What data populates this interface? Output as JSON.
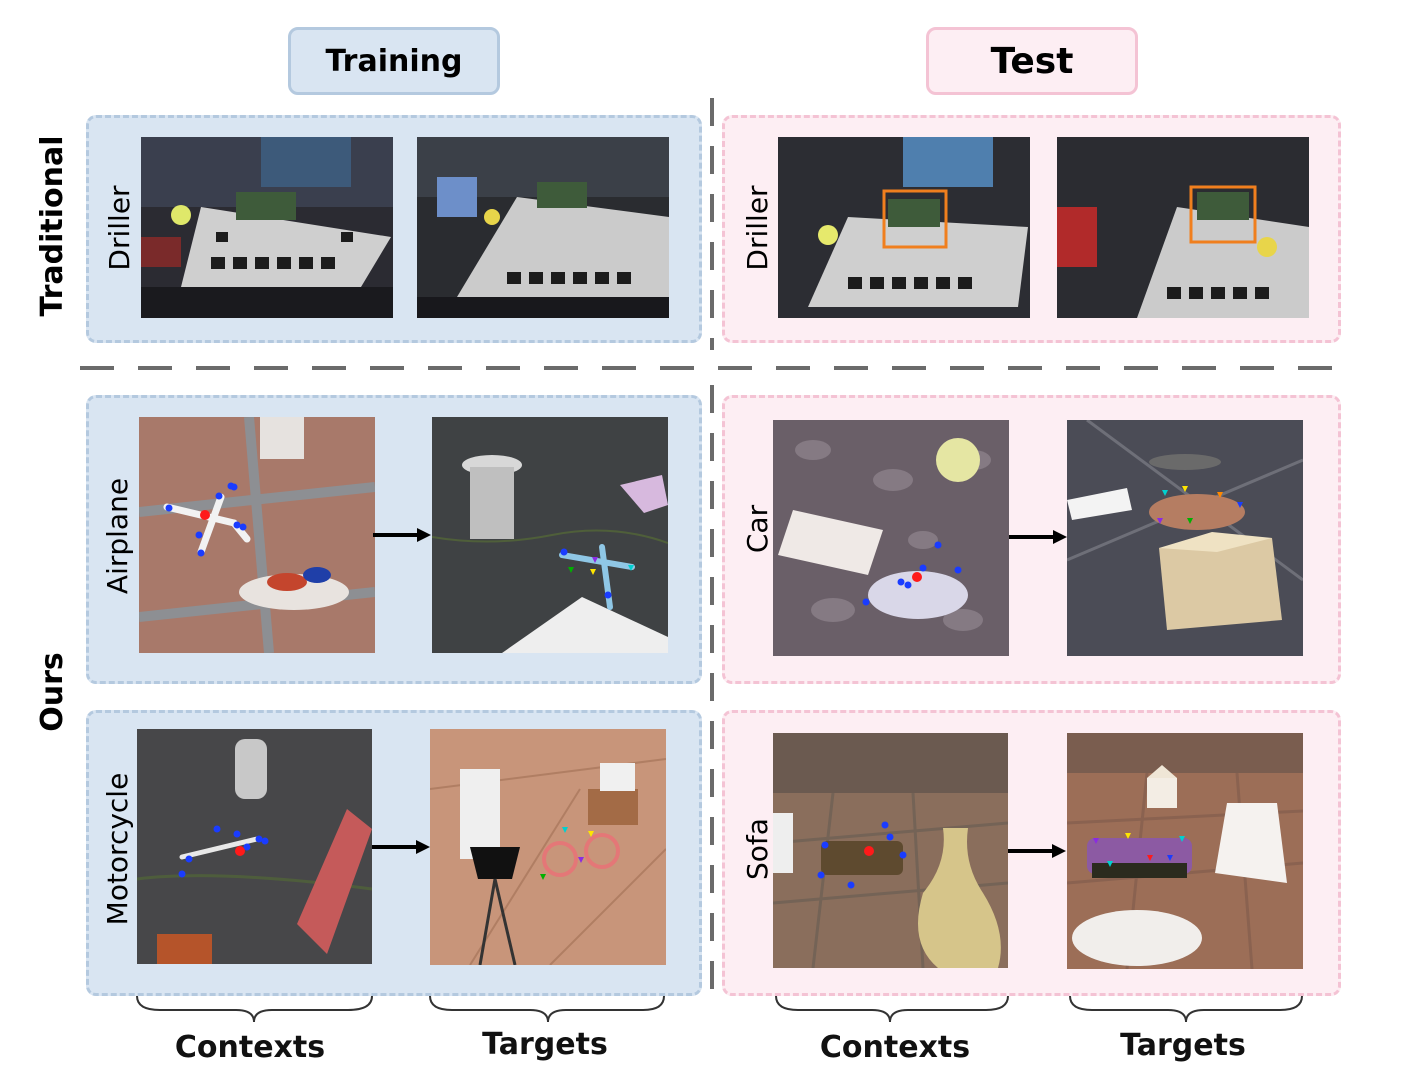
{
  "headers": {
    "training": "Training",
    "test": "Test"
  },
  "row_labels": {
    "traditional": "Traditional",
    "ours": "Ours"
  },
  "panels": {
    "trad_train_label": "Driller",
    "trad_test_label": "Driller",
    "ours_train_1_label": "Airplane",
    "ours_train_2_label": "Motorcycle",
    "ours_test_1_label": "Car",
    "ours_test_2_label": "Sofa"
  },
  "captions": {
    "train_contexts": "Contexts",
    "train_targets": "Targets",
    "test_contexts": "Contexts",
    "test_targets": "Targets"
  },
  "colors": {
    "training_fill": "#d9e5f2",
    "training_border": "#b4c9df",
    "test_fill": "#fdeef3",
    "test_border": "#f4c3d4",
    "divider": "#6b6b6b",
    "bbox": "#f07f1e",
    "keypoint_blue": "#1a3cff",
    "keypoint_red": "#ff1a1a"
  }
}
